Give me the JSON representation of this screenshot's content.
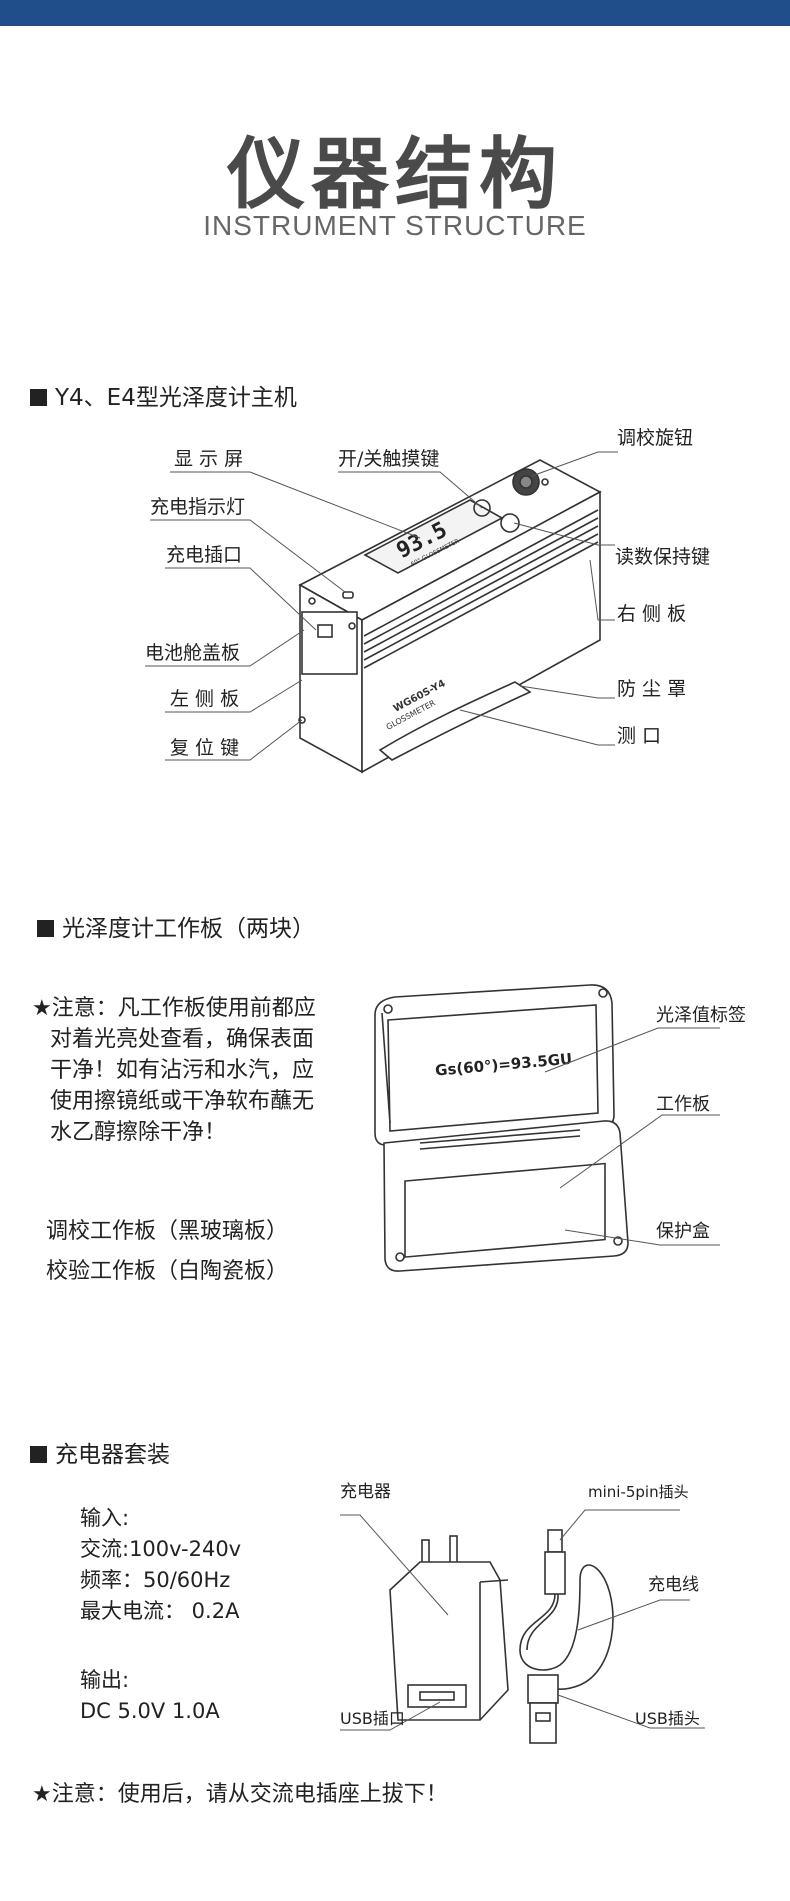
{
  "header": {
    "title_cn": "仪器结构",
    "title_en": "INSTRUMENT STRUCTURE"
  },
  "section1": {
    "heading": "Y4、E4型光泽度计主机",
    "labels": {
      "display": "显 示 屏",
      "power_key": "开/关触摸键",
      "adjust_knob": "调校旋钮",
      "charge_led": "充电指示灯",
      "hold_key": "读数保持键",
      "charge_port": "充电插口",
      "right_panel": "右 侧 板",
      "battery_cover": "电池舱盖板",
      "left_panel": "左 侧 板",
      "dust_cover": "防 尘 罩",
      "reset_key": "复 位 键",
      "measure_port": "测   口"
    },
    "device": {
      "reading": "93.5",
      "sub_text": "60° GLOSSMETER",
      "brand_line1": "WG60S-Y4",
      "brand_line2": "GLOSSMETER"
    }
  },
  "section2": {
    "heading": "光泽度计工作板（两块）",
    "note": [
      "★注意：凡工作板使用前都应",
      "对着光亮处查看，确保表面",
      "干净！如有沾污和水汽，应",
      "使用擦镜纸或干净软布蘸无",
      "水乙醇擦除干净！"
    ],
    "plates": [
      "调校工作板（黑玻璃板）",
      "校验工作板（白陶瓷板）"
    ],
    "box_value": "Gs(60°)=93.5GU",
    "labels": {
      "gloss_label": "光泽值标签",
      "work_plate": "工作板",
      "protect_box": "保护盒"
    }
  },
  "section3": {
    "heading": "充电器套装",
    "input": [
      "输入:",
      "交流:100v-240v",
      "频率：50/60Hz",
      "最大电流： 0.2A"
    ],
    "output": [
      "输出:",
      "DC 5.0V  1.0A"
    ],
    "labels": {
      "charger": "充电器",
      "plug": "mini-5pin插头",
      "cable": "充电线",
      "usb_port": "USB插口",
      "usb_plug": "USB插头"
    },
    "footer_note": "★注意：使用后，请从交流电插座上拔下！"
  }
}
